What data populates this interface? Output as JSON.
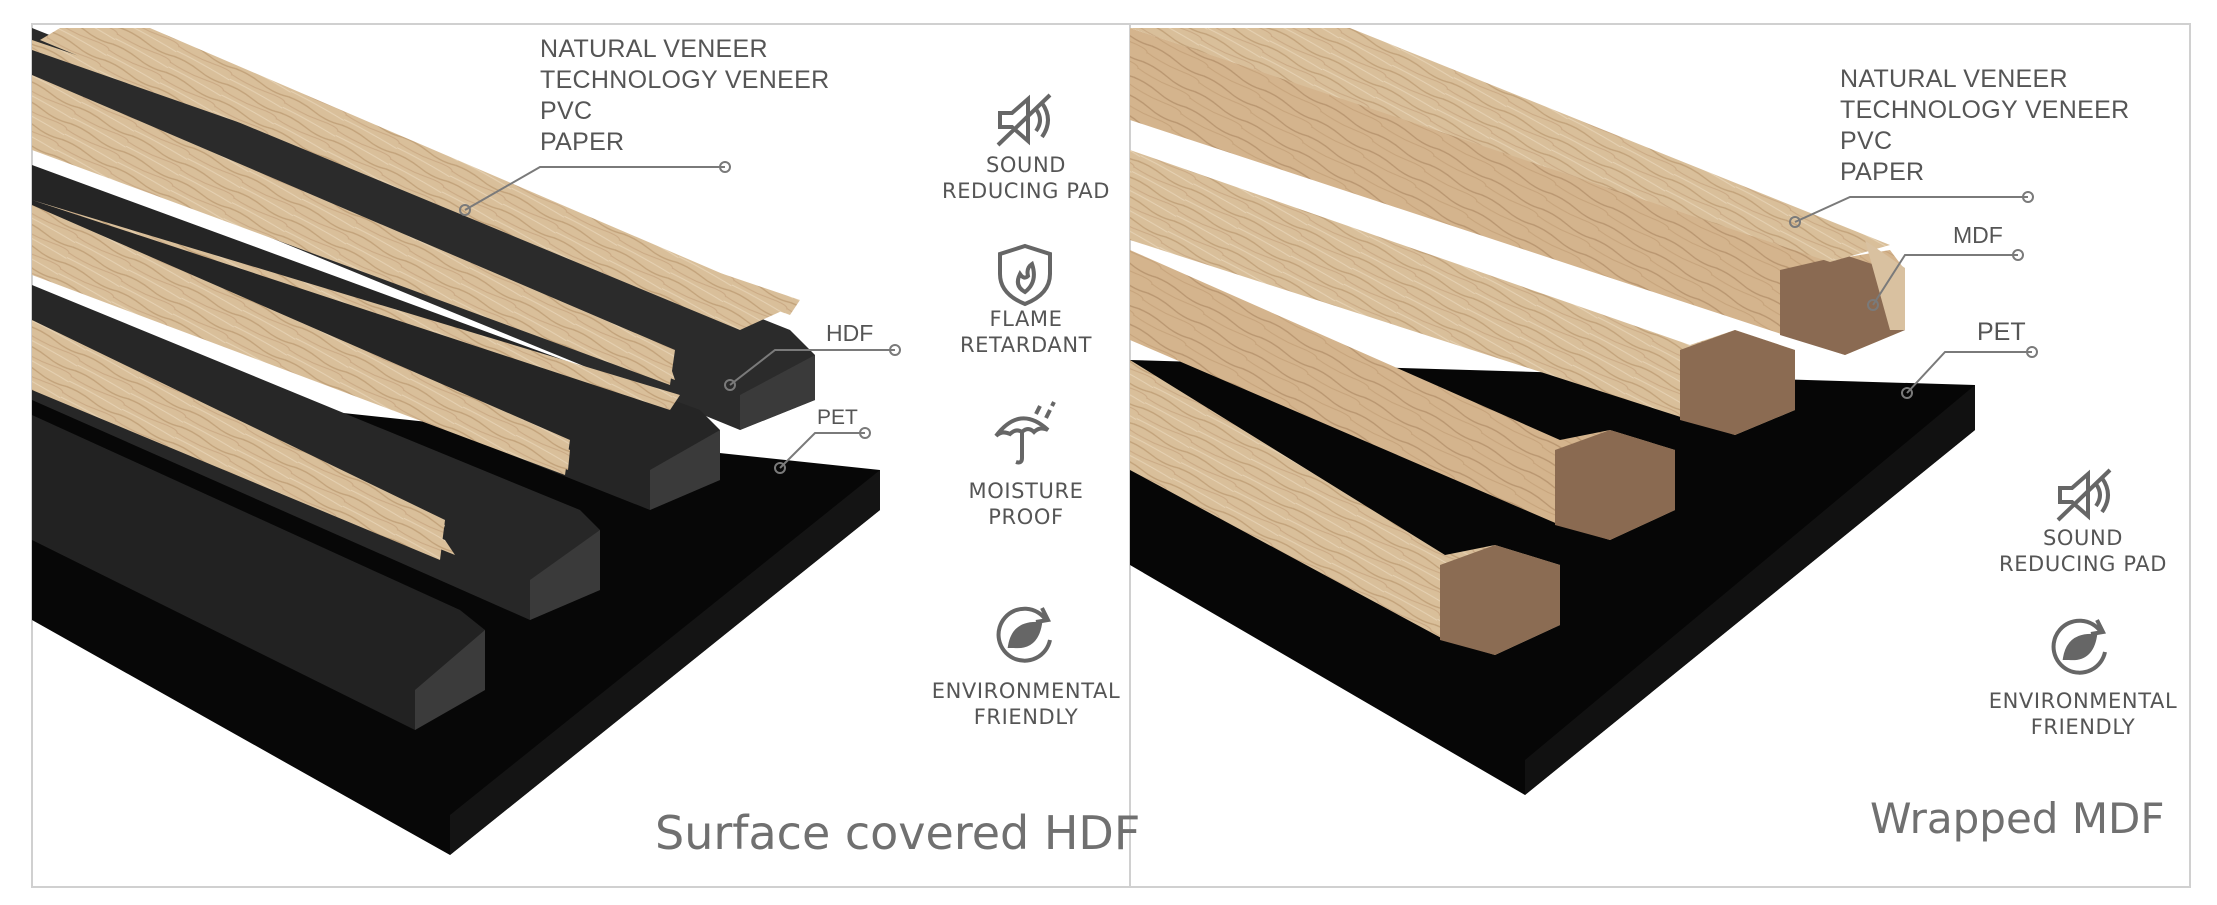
{
  "panels": [
    {
      "caption": "Surface covered HDF",
      "layers": [
        "NATURAL VENEER",
        "TECHNOLOGY VENEER",
        "PVC",
        "PAPER"
      ],
      "core_label": "HDF",
      "base_label": "PET",
      "features": [
        {
          "icon": "sound-off-icon",
          "lines": [
            "SOUND",
            "REDUCING PAD"
          ]
        },
        {
          "icon": "flame-shield-icon",
          "lines": [
            "FLAME",
            "RETARDANT"
          ]
        },
        {
          "icon": "umbrella-rain-icon",
          "lines": [
            "MOISTURE",
            "PROOF"
          ]
        },
        {
          "icon": "eco-leaf-icon",
          "lines": [
            "ENVIRONMENTAL",
            "FRIENDLY"
          ]
        }
      ]
    },
    {
      "caption": "Wrapped MDF",
      "layers": [
        "NATURAL VENEER",
        "TECHNOLOGY VENEER",
        "PVC",
        "PAPER"
      ],
      "core_label": "MDF",
      "base_label": "PET",
      "features": [
        {
          "icon": "sound-off-icon",
          "lines": [
            "SOUND",
            "REDUCING PAD"
          ]
        },
        {
          "icon": "eco-leaf-icon",
          "lines": [
            "ENVIRONMENTAL",
            "FRIENDLY"
          ]
        }
      ]
    }
  ],
  "colors": {
    "wood": "#d8bd98",
    "wood_dark": "#c4a57c",
    "pet": "#0b0b0b",
    "hdf": "#2f2f2f",
    "mdf": "#8a6a50",
    "text": "#555555",
    "border": "#d0d0d0"
  }
}
